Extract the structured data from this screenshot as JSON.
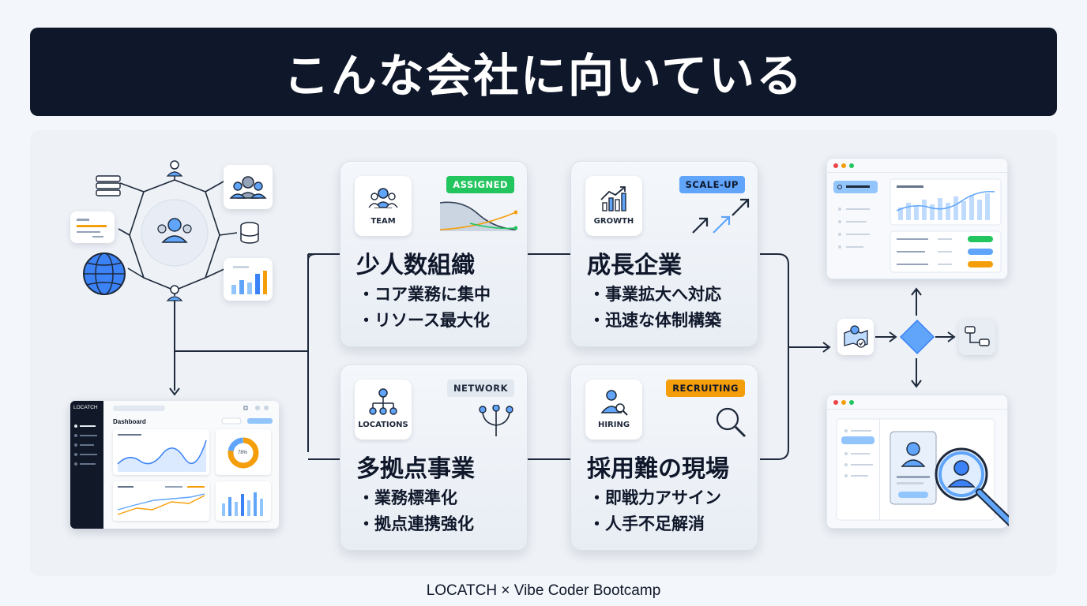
{
  "banner": {
    "title": "こんな会社に向いている"
  },
  "cards": [
    {
      "key": "team",
      "icon_caption": "TEAM",
      "badge": "ASSIGNED",
      "badge_bg": "#22c55e",
      "badge_fg": "#ffffff",
      "title": "少人数組織",
      "bullets": [
        "・コア業務に集中",
        "・リソース最大化"
      ]
    },
    {
      "key": "growth",
      "icon_caption": "GROWTH",
      "badge": "SCALE-UP",
      "badge_bg": "#60a5fa",
      "badge_fg": "#0f172a",
      "title": "成長企業",
      "bullets": [
        "・事業拡大へ対応",
        "・迅速な体制構築"
      ]
    },
    {
      "key": "locations",
      "icon_caption": "LOCATIONS",
      "badge": "NETWORK",
      "badge_bg": "#e2e8f0",
      "badge_fg": "#1e293b",
      "title": "多拠点事業",
      "bullets": [
        "・業務標準化",
        "・拠点連携強化"
      ]
    },
    {
      "key": "hiring",
      "icon_caption": "HIRING",
      "badge": "RECRUITING",
      "badge_bg": "#f59e0b",
      "badge_fg": "#0f172a",
      "title": "採用難の現場",
      "bullets": [
        "・即戦力アサイン",
        "・人手不足解消"
      ]
    }
  ],
  "dashboard": {
    "brand": "LOCATCH",
    "title": "Dashboard",
    "donut_value": "78%"
  },
  "footer": {
    "text": "LOCATCH × Vibe Coder Bootcamp"
  },
  "colors": {
    "navy": "#0f172a",
    "blue": "#3b82f6",
    "light_blue": "#60a5fa",
    "orange": "#f59e0b",
    "green": "#22c55e"
  }
}
